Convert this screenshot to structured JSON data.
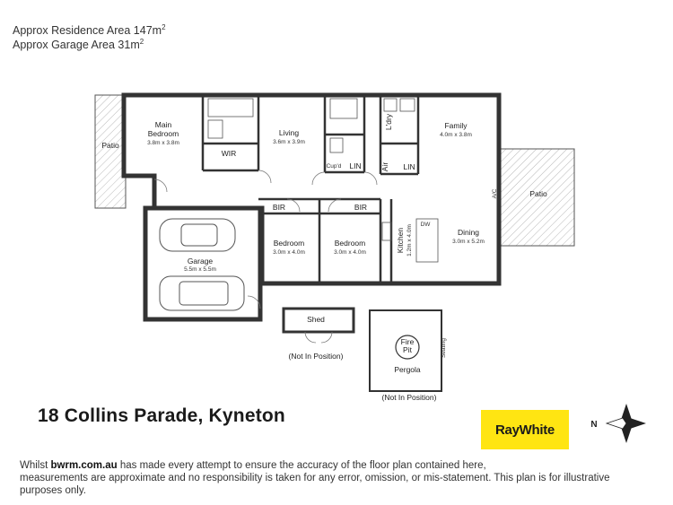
{
  "header": {
    "residence_area_text": "Approx Residence Area 147m",
    "garage_area_text": "Approx Garage Area 31m",
    "area_superscript": "2"
  },
  "rooms": {
    "main_bedroom": {
      "name_line1": "Main",
      "name_line2": "Bedroom",
      "dims": "3.8m x 3.8m"
    },
    "wir": {
      "name": "WIR"
    },
    "living": {
      "name": "Living",
      "dims": "3.6m x 3.9m"
    },
    "laundry": {
      "name": "L'dry"
    },
    "family": {
      "name": "Family",
      "dims": "4.0m x 3.8m"
    },
    "cupboard": {
      "name": "Cup'd"
    },
    "lin_1": {
      "name": "LIN"
    },
    "lin_2": {
      "name": "LIN"
    },
    "air": {
      "name": "Air"
    },
    "ac": {
      "name": "A/C"
    },
    "patio_left": {
      "name": "Patio"
    },
    "patio_right": {
      "name": "Patio"
    },
    "bir_1": {
      "name": "BIR"
    },
    "bir_2": {
      "name": "BIR"
    },
    "garage": {
      "name": "Garage",
      "dims": "5.5m x 5.5m"
    },
    "bedroom_2": {
      "name": "Bedroom",
      "dims": "3.0m x 4.0m"
    },
    "bedroom_3": {
      "name": "Bedroom",
      "dims": "3.0m x 4.0m"
    },
    "kitchen": {
      "name": "Kitchen",
      "dims": "1.2m x 4.0m"
    },
    "dw": {
      "name": "DW"
    },
    "dining": {
      "name": "Dining",
      "dims": "3.0m x 5.2m"
    }
  },
  "outbuildings": {
    "shed": {
      "name": "Shed",
      "note": "(Not In Position)"
    },
    "pergola": {
      "name": "Pergola",
      "note": "(Not In Position)",
      "seating": "Seating",
      "fire_pit_line1": "Fire",
      "fire_pit_line2": "Pit"
    }
  },
  "address": "18 Collins Parade, Kyneton",
  "compass": {
    "north_label": "N"
  },
  "logo": {
    "text": "RayWhite",
    "color": "#ffe512"
  },
  "disclaimer": {
    "prefix": "Whilst ",
    "site": "bwrm.com.au",
    "line1_rest": " has made every attempt to ensure the accuracy of the floor plan contained here,",
    "line2": "measurements are approximate and no responsibility is taken for any error, omission, or mis-statement. This plan is for illustrative purposes only."
  }
}
